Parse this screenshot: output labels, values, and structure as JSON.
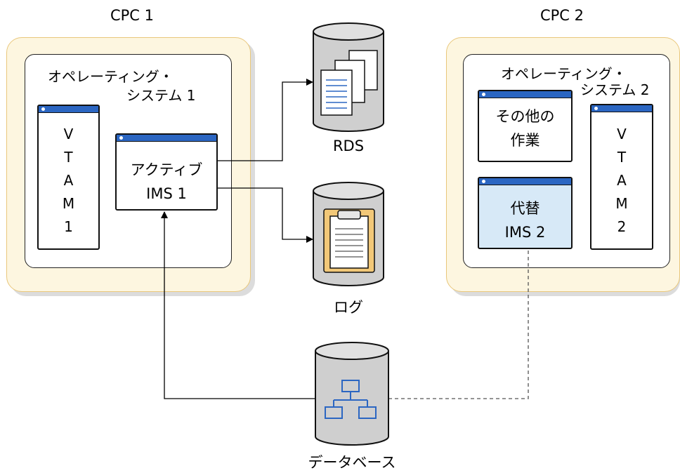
{
  "cpc1": {
    "label": "CPC 1",
    "os_line1": "オペレーティング・",
    "os_line2": "システム 1",
    "vtam": [
      "V",
      "T",
      "A",
      "M",
      "1"
    ],
    "active_ims_line1": "アクティブ",
    "active_ims_line2": "IMS 1"
  },
  "cpc2": {
    "label": "CPC 2",
    "os_line1": "オペレーティング・",
    "os_line2": "システム 2",
    "other_work_line1": "その他の",
    "other_work_line2": "作業",
    "alt_ims_line1": "代替",
    "alt_ims_line2": "IMS 2",
    "vtam": [
      "V",
      "T",
      "A",
      "M",
      "2"
    ]
  },
  "rds": {
    "label": "RDS"
  },
  "log": {
    "label": "ログ"
  },
  "database": {
    "label": "データベース"
  },
  "colors": {
    "cpc_fill": "#fdf6e0",
    "cpc_border": "#e9c77b",
    "window_bar": "#2b66c2",
    "alt_ims_fill": "#d7e9f7",
    "cylinder_fill": "#cfcfcf"
  }
}
